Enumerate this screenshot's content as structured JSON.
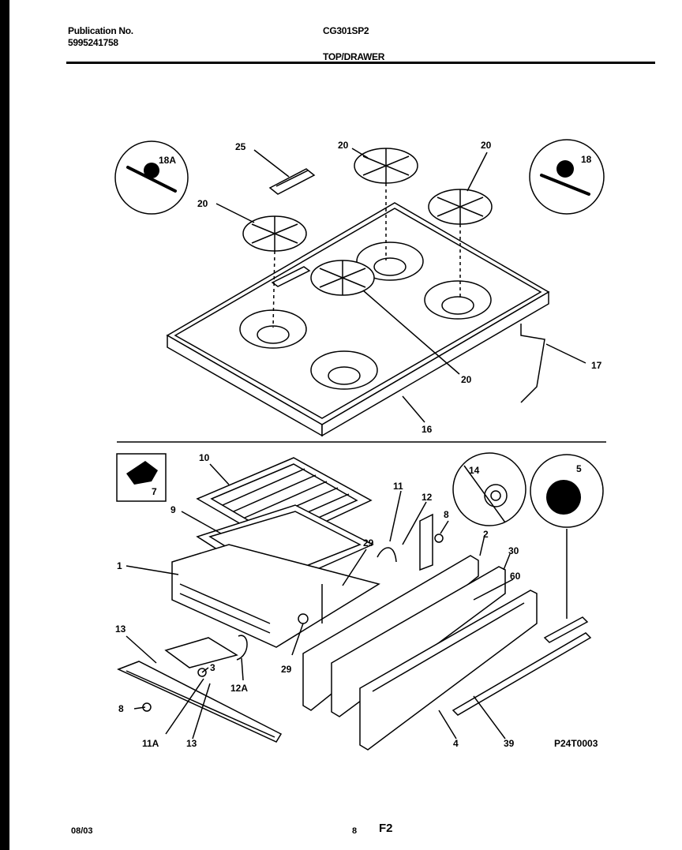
{
  "header": {
    "publication_label": "Publication No.",
    "publication_number": "5995241758",
    "model": "CG301SP2",
    "section": "TOP/DRAWER"
  },
  "diagram_code": "P24T0003",
  "footer": {
    "date": "08/03",
    "page_number": "8",
    "page_code": "F2"
  },
  "callouts": {
    "c18A": "18A",
    "c25": "25",
    "c20a": "20",
    "c20b": "20",
    "c20c": "20",
    "c20d": "20",
    "c18": "18",
    "c17": "17",
    "c16": "16",
    "c7": "7",
    "c10": "10",
    "c9": "9",
    "c1": "1",
    "c29a": "29",
    "c29b": "29",
    "c11": "11",
    "c12": "12",
    "c8a": "8",
    "c14": "14",
    "c5": "5",
    "c2": "2",
    "c30": "30",
    "c60": "60",
    "c13a": "13",
    "c12A": "12A",
    "c3": "3",
    "c8b": "8",
    "c11A": "11A",
    "c13b": "13",
    "c4": "4",
    "c39": "39"
  }
}
